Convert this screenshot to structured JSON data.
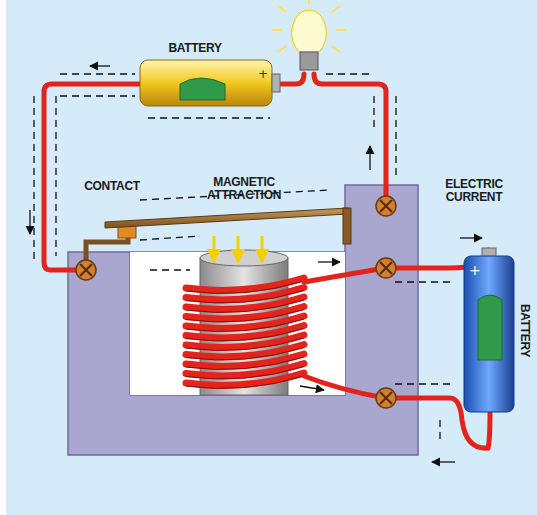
{
  "diagram": {
    "labels": [
      "BATTERY",
      "CONTACT",
      "MAGNETIC ATTRACTION",
      "ELECTRIC CURRENT",
      "BATTERY"
    ]
  }
}
